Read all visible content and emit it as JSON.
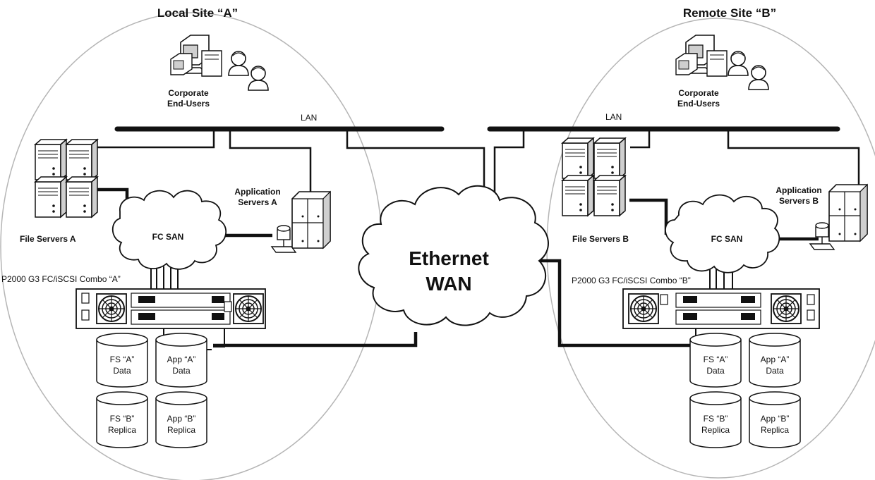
{
  "site_a": {
    "title": "Local Site “A”",
    "users_label_line1": "Corporate",
    "users_label_line2": "End-Users",
    "lan": "LAN",
    "file_servers": "File Servers A",
    "app_servers_line1": "Application",
    "app_servers_line2": "Servers A",
    "fc_san": "FC SAN",
    "array": "P2000 G3 FC/iSCSI Combo “A”",
    "volumes": [
      {
        "line1": "FS “A”",
        "line2": "Data"
      },
      {
        "line1": "App “A”",
        "line2": "Data"
      },
      {
        "line1": "FS “B”",
        "line2": "Replica"
      },
      {
        "line1": "App “B”",
        "line2": "Replica"
      }
    ]
  },
  "site_b": {
    "title": "Remote Site “B”",
    "users_label_line1": "Corporate",
    "users_label_line2": "End-Users",
    "lan": "LAN",
    "file_servers": "File Servers B",
    "app_servers_line1": "Application",
    "app_servers_line2": "Servers B",
    "fc_san": "FC SAN",
    "array": "P2000 G3 FC/iSCSI Combo “B”",
    "volumes": [
      {
        "line1": "FS “A”",
        "line2": "Data"
      },
      {
        "line1": "App “A”",
        "line2": "Data"
      },
      {
        "line1": "FS “B”",
        "line2": "Replica"
      },
      {
        "line1": "App “B”",
        "line2": "Replica"
      }
    ]
  },
  "wan": {
    "line1": "Ethernet",
    "line2": "WAN"
  },
  "colors": {
    "line": "#111111",
    "ellipse": "#b5b5b5",
    "cloud_fill": "#ffffff"
  },
  "icons": [
    "workstation-icon",
    "user-icon",
    "server-tower-icon",
    "fan-icon",
    "storage-cylinder-icon",
    "cloud-icon"
  ]
}
